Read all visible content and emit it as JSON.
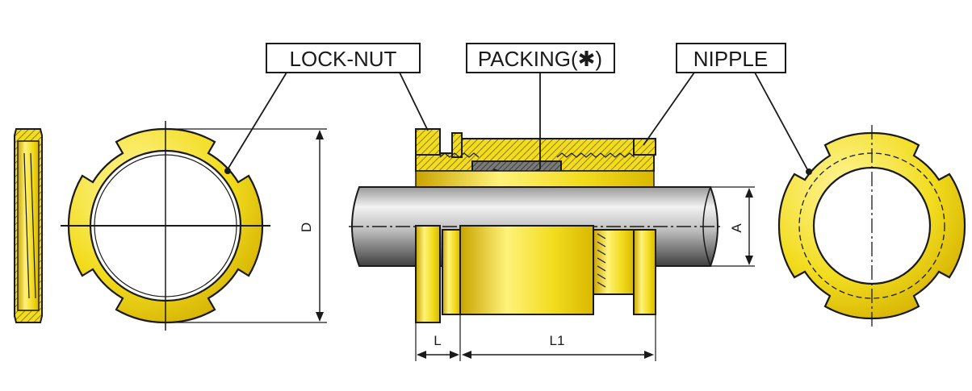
{
  "callouts": {
    "lock_nut": "LOCK-NUT",
    "packing": "PACKING(✱)",
    "nipple": "NIPPLE"
  },
  "dimensions": {
    "d": "D",
    "a": "A",
    "l": "L",
    "l1": "L1"
  },
  "colors": {
    "brass_light": "#fff27a",
    "brass_mid": "#f2dc1e",
    "brass_dark": "#c9a400",
    "pipe_light": "#ededed",
    "pipe_dark": "#5a5a5a",
    "outline": "#1a1a1a"
  }
}
